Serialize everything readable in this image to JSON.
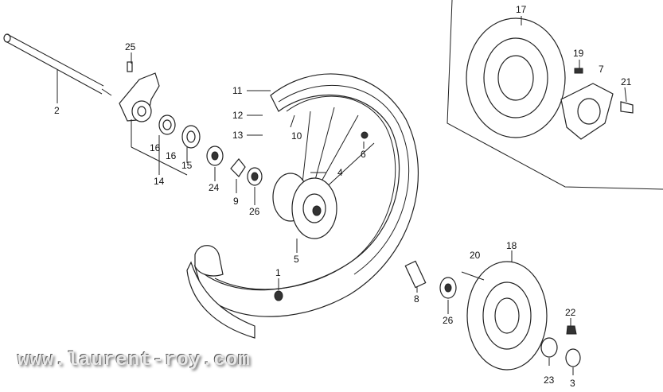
{
  "watermark": "www.laurent-roy.com",
  "callouts": [
    {
      "id": "c2",
      "text": "2"
    },
    {
      "id": "c25",
      "text": "25"
    },
    {
      "id": "c16a",
      "text": "16"
    },
    {
      "id": "c16b",
      "text": "16"
    },
    {
      "id": "c15",
      "text": "15"
    },
    {
      "id": "c14",
      "text": "14"
    },
    {
      "id": "c24",
      "text": "24"
    },
    {
      "id": "c9",
      "text": "9"
    },
    {
      "id": "c26a",
      "text": "26"
    },
    {
      "id": "c11",
      "text": "11"
    },
    {
      "id": "c12",
      "text": "12"
    },
    {
      "id": "c13",
      "text": "13"
    },
    {
      "id": "c10",
      "text": "10"
    },
    {
      "id": "c6",
      "text": "6"
    },
    {
      "id": "c4",
      "text": "4"
    },
    {
      "id": "c5",
      "text": "5"
    },
    {
      "id": "c1",
      "text": "1"
    },
    {
      "id": "c17",
      "text": "17"
    },
    {
      "id": "c19",
      "text": "19"
    },
    {
      "id": "c7",
      "text": "7"
    },
    {
      "id": "c21",
      "text": "21"
    },
    {
      "id": "c20",
      "text": "20"
    },
    {
      "id": "c18",
      "text": "18"
    },
    {
      "id": "c8",
      "text": "8"
    },
    {
      "id": "c26b",
      "text": "26"
    },
    {
      "id": "c22",
      "text": "22"
    },
    {
      "id": "c23",
      "text": "23"
    },
    {
      "id": "c3",
      "text": "3"
    }
  ]
}
